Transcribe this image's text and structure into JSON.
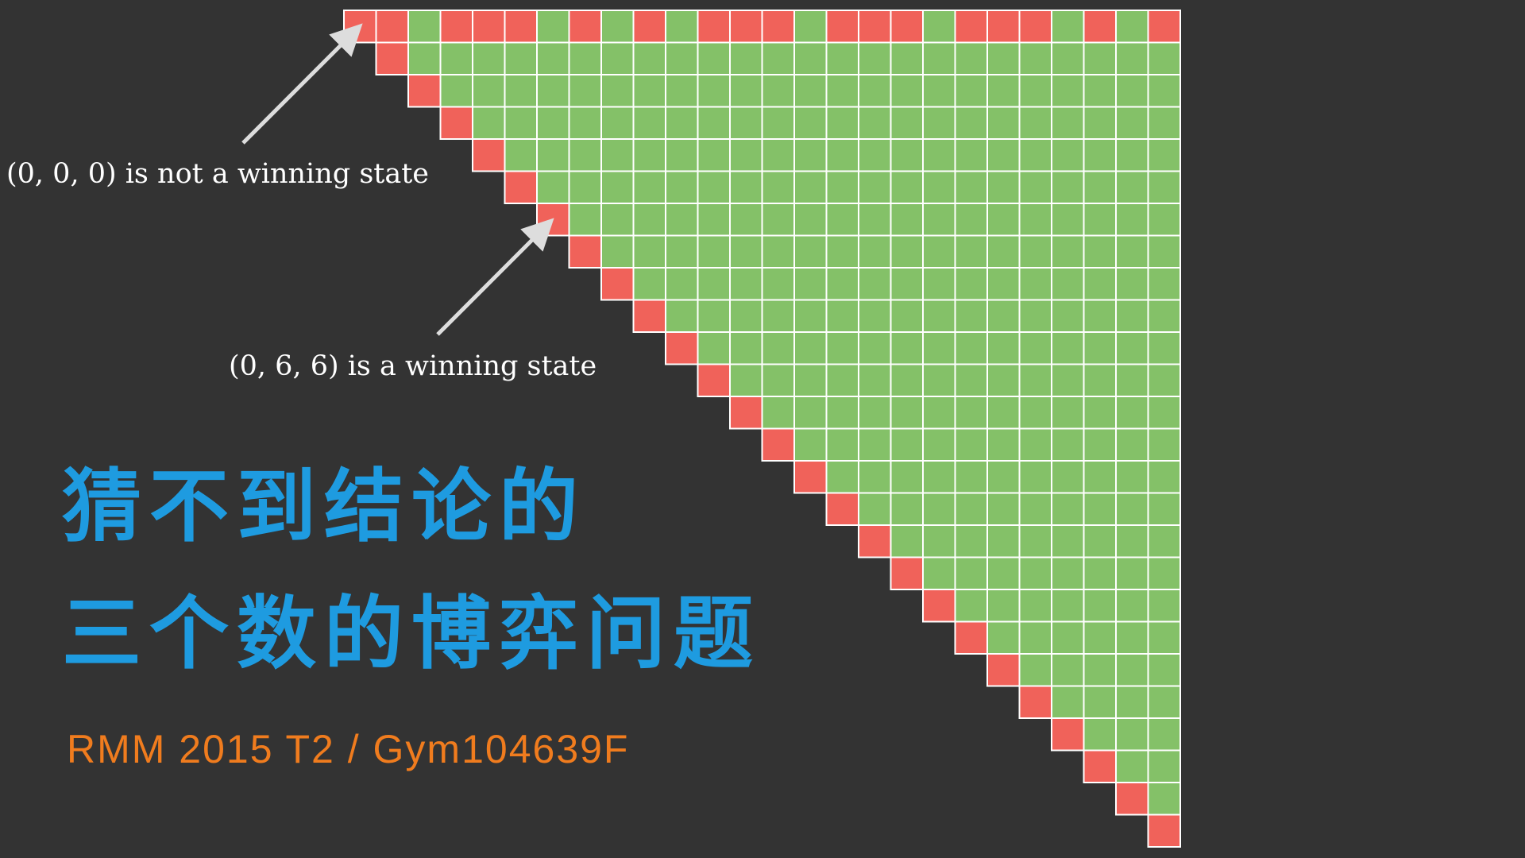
{
  "annotations": {
    "not_winning": "(0, 0, 0) is not a winning state",
    "winning": "(0, 6, 6) is a winning state"
  },
  "title": {
    "line1": "猜不到结论的",
    "line2": "三个数的博弈问题"
  },
  "subtitle": "RMM 2015 T2 / Gym104639F",
  "colors": {
    "background": "#333333",
    "win_cell": "#84c168",
    "lose_cell": "#f0625a",
    "grid_line": "#ffffff",
    "title": "#1e9be0",
    "subtitle": "#f07c1e",
    "annotation": "#ffffff"
  },
  "grid": {
    "size": 26,
    "red_columns_row0": [
      0,
      1,
      3,
      4,
      5,
      7,
      9,
      11,
      12,
      13,
      15,
      16,
      17,
      19,
      20,
      21,
      23,
      25
    ]
  }
}
